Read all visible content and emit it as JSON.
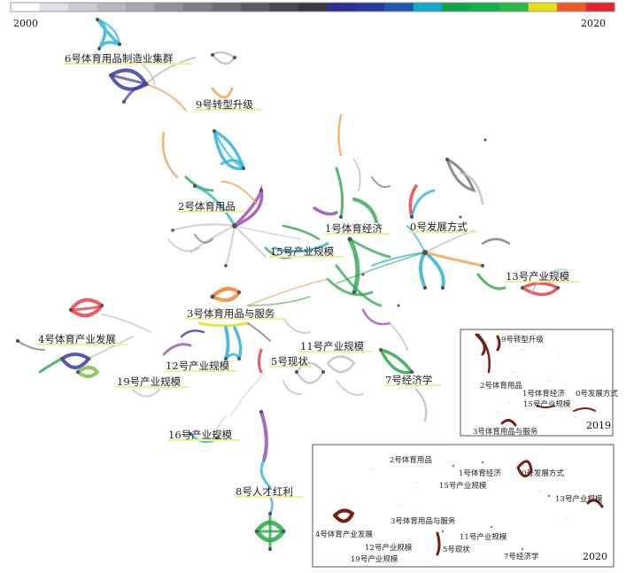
{
  "timeline": {
    "start_label": "2000",
    "end_label": "2020",
    "segment_colors": [
      "#ffffff",
      "#dfe2e6",
      "#c9ccd1",
      "#b6b9bf",
      "#a3a7ad",
      "#8f9399",
      "#7c8086",
      "#6a6e74",
      "#585c62",
      "#474b51",
      "#373b41",
      "#2d2f8e",
      "#28389c",
      "#2059b4",
      "#12a9c6",
      "#0fa34a",
      "#17b04d",
      "#2db84a",
      "#e8df1c",
      "#f05a2a",
      "#e3262e"
    ]
  },
  "clusters": [
    {
      "id": "c6",
      "label": "6号体育用品制造业集群"
    },
    {
      "id": "c9",
      "label": "9号转型升级"
    },
    {
      "id": "c2",
      "label": "2号体育用品"
    },
    {
      "id": "c1",
      "label": "1号体育经济"
    },
    {
      "id": "c0",
      "label": "0号发展方式"
    },
    {
      "id": "c15",
      "label": "15号产业规模"
    },
    {
      "id": "c13",
      "label": "13号产业规模"
    },
    {
      "id": "c3",
      "label": "3号体育用品与服务"
    },
    {
      "id": "c4",
      "label": "4号体育产业发展"
    },
    {
      "id": "c11",
      "label": "11号产业规模"
    },
    {
      "id": "c5",
      "label": "5号现状"
    },
    {
      "id": "c12",
      "label": "12号产业规模"
    },
    {
      "id": "c19",
      "label": "19号产业规模"
    },
    {
      "id": "c7",
      "label": "7号经济学"
    },
    {
      "id": "c16",
      "label": "16号产业规模"
    },
    {
      "id": "c8",
      "label": "8号人才红利"
    }
  ],
  "inset_2019": {
    "year": "2019",
    "labels": [
      "9号转型升级",
      "2号体育用品",
      "1号体育经济",
      "0号发展方式",
      "15号产业规模",
      "3号体育用品与服务"
    ]
  },
  "inset_2020": {
    "year": "2020",
    "labels": [
      "2号体育用品",
      "1号体育经济",
      "0号发展方式",
      "15号产业规模",
      "13号产业规模",
      "3号体育用品与服务",
      "4号体育产业发展",
      "11号产业规模",
      "12号产业规模",
      "5号现状",
      "7号经济学",
      "19号产业规模"
    ]
  },
  "colors": {
    "gray": "#b9bec4",
    "dark_gray": "#6d7278",
    "navy": "#3a3aa8",
    "cyan": "#2fb3d8",
    "green": "#2aa84a",
    "orange": "#f5a55a",
    "red": "#e8404a",
    "purple": "#9a4fb5",
    "burst_red": "#7a1c12",
    "label_underline": "#f3ef9a"
  }
}
